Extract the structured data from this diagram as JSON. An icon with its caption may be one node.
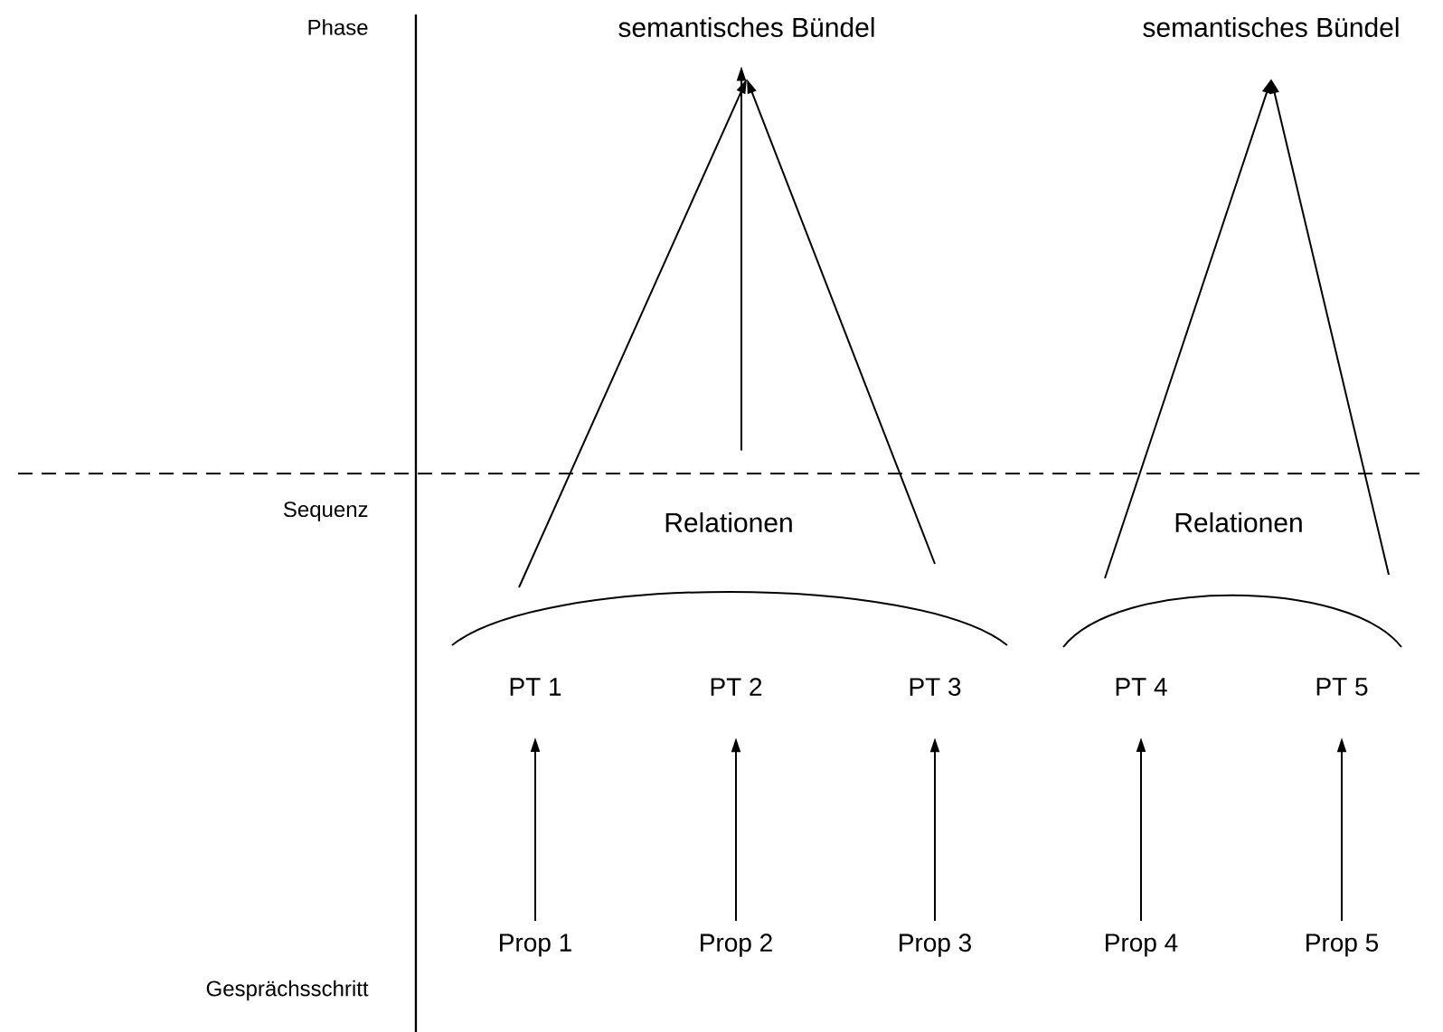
{
  "diagram": {
    "nodes": [
      {
        "text": [
          "semantisches Bündel"
        ]
      },
      {
        "text": [
          "semantisches Bündel"
        ]
      },
      {
        "text": [
          "Relationen"
        ]
      },
      {
        "text": [
          "Relationen"
        ]
      },
      {
        "text": [
          "PT 1"
        ]
      },
      {
        "text": [
          "PT 2"
        ]
      },
      {
        "text": [
          "PT 3"
        ]
      },
      {
        "text": [
          "PT 4"
        ]
      },
      {
        "text": [
          "PT 5"
        ]
      },
      {
        "text": [
          "Prop 1"
        ]
      },
      {
        "text": [
          "Prop 2"
        ]
      },
      {
        "text": [
          "Prop 3"
        ]
      },
      {
        "text": [
          "Prop 4"
        ]
      },
      {
        "text": [
          "Prop 5"
        ]
      },
      {
        "text": [],
        "shape": "arc"
      },
      {
        "text": [],
        "shape": "arc"
      }
    ],
    "edges": [
      {
        "from": 14,
        "to": 0,
        "arrow": "to"
      },
      {
        "from": 2,
        "to": 0,
        "arrow": "to"
      },
      {
        "from": 14,
        "to": 0,
        "arrow": "to"
      },
      {
        "from": 15,
        "to": 1,
        "arrow": "to"
      },
      {
        "from": 15,
        "to": 1,
        "arrow": "to"
      },
      {
        "from": 9,
        "to": 4,
        "arrow": "to"
      },
      {
        "from": 10,
        "to": 5,
        "arrow": "to"
      },
      {
        "from": 11,
        "to": 6,
        "arrow": "to"
      },
      {
        "from": 12,
        "to": 7,
        "arrow": "to"
      },
      {
        "from": 13,
        "to": 8,
        "arrow": "to"
      }
    ],
    "labels": [
      "Phase",
      "Sequenz",
      "Gesprächsschritt"
    ]
  }
}
